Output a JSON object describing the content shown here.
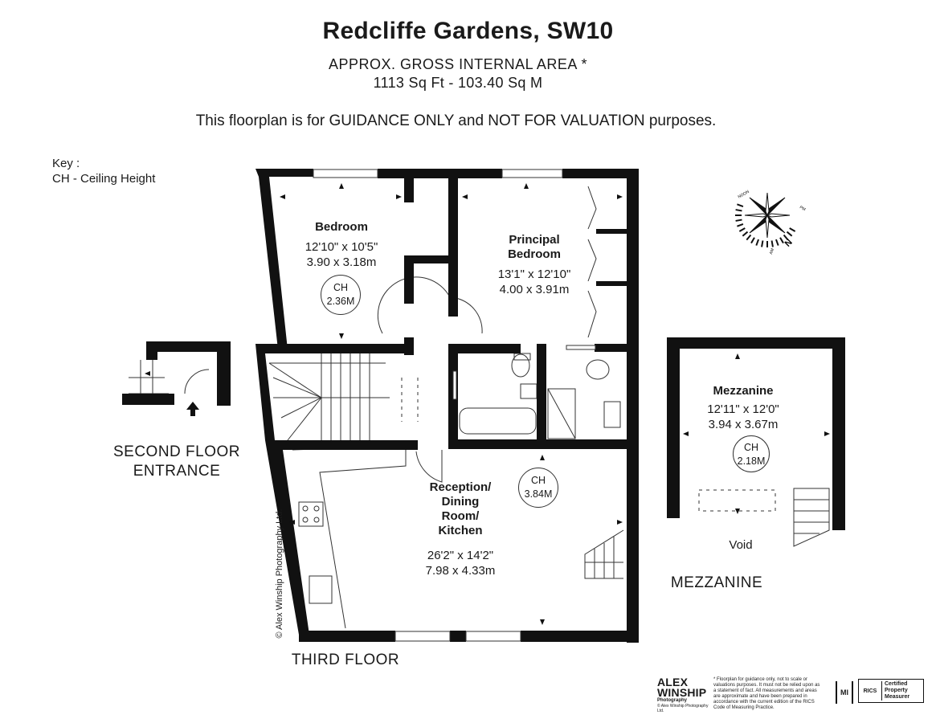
{
  "header": {
    "title": "Redcliffe Gardens, SW10",
    "area_line": "APPROX. GROSS INTERNAL  AREA *",
    "area_values": "1113 Sq Ft  -  103.40 Sq M",
    "disclaimer": "This floorplan is for GUIDANCE ONLY and NOT FOR VALUATION purposes."
  },
  "key": {
    "heading": "Key :",
    "item": "CH - Ceiling Height"
  },
  "floors": {
    "entrance": "SECOND FLOOR\nENTRANCE",
    "third": "THIRD FLOOR",
    "mezzanine": "MEZZANINE"
  },
  "rooms": {
    "bedroom": {
      "name": "Bedroom",
      "imperial": "12'10\" x 10'5\"",
      "metric": "3.90 x 3.18m",
      "ch_label": "CH",
      "ch_value": "2.36M"
    },
    "principal": {
      "name": "Principal\nBedroom",
      "imperial": "13'1\" x 12'10\"",
      "metric": "4.00 x 3.91m"
    },
    "reception": {
      "name": "Reception/\nDining\nRoom/\nKitchen",
      "imperial": "26'2\" x 14'2\"",
      "metric": "7.98 x 4.33m",
      "ch_label": "CH",
      "ch_value": "3.84M"
    },
    "mezzanine": {
      "name": "Mezzanine",
      "imperial": "12'11\" x 12'0\"",
      "metric": "3.94 x 3.67m",
      "ch_label": "CH",
      "ch_value": "2.18M"
    },
    "void": "Void"
  },
  "compass": {
    "labels": [
      "NOON",
      "PM",
      "AM"
    ],
    "north": "N"
  },
  "copyright": "© Alex Winship Photography Ltd.",
  "footer": {
    "brand_line1": "ALEX",
    "brand_line2": "WINSHIP",
    "brand_line3": "Photography",
    "brand_small": "© Alex Winship Photography Ltd.",
    "legal": "* Floorplan for guidance only, not to scale or valuations purposes. It must not be relied upon as a statement of fact. All measurements and areas are approximate and have been prepared in accordance with the current edition of the RICS Code of Measuring Practice.",
    "mark": "MI",
    "rics": "RICS",
    "cert": "Certified\nProperty\nMeasurer"
  },
  "colors": {
    "wall": "#111111",
    "line": "#333333",
    "background": "#ffffff"
  }
}
